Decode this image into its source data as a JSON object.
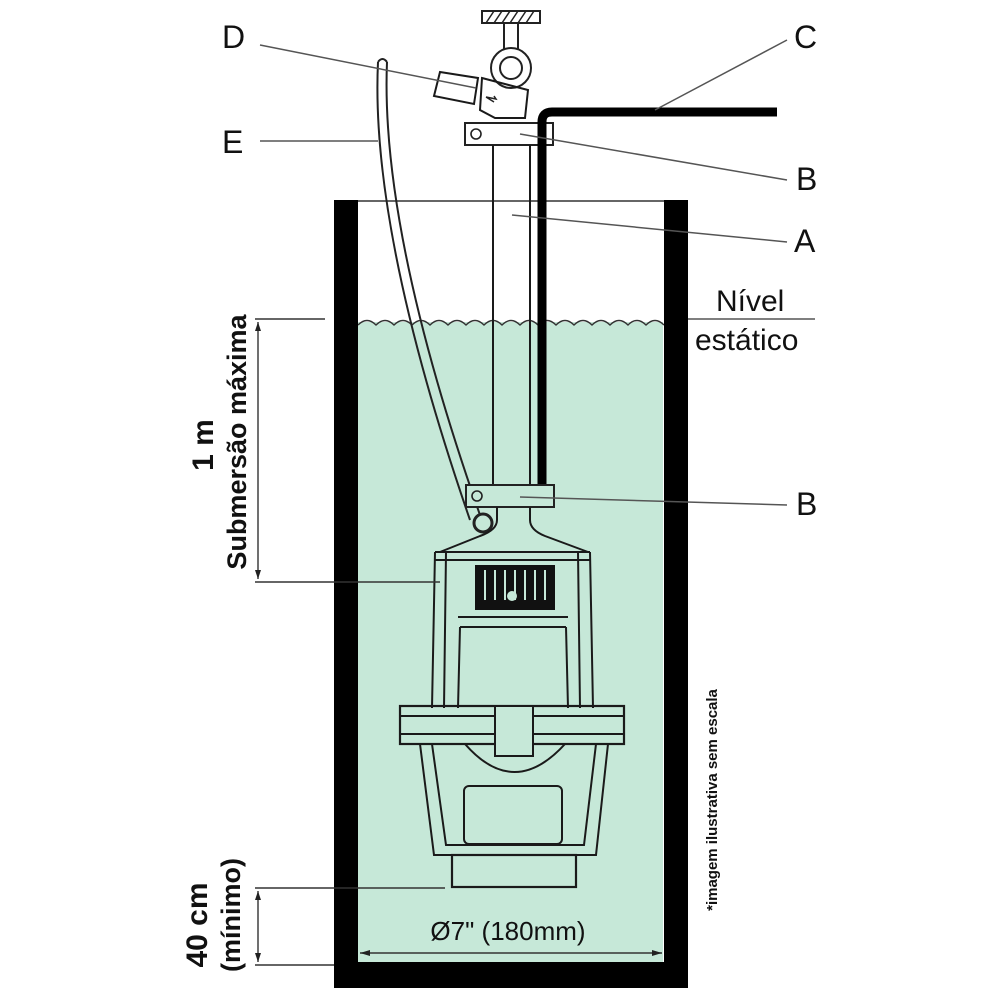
{
  "diagram": {
    "title": "Submersible vibration pump installation in well",
    "callouts": {
      "A": "A",
      "B_top": "B",
      "B_bottom": "B",
      "C": "C",
      "D": "D",
      "E": "E"
    },
    "water_level_label_line1": "Nível",
    "water_level_label_line2": "estático",
    "submersion": {
      "value": "1 m",
      "label": "Submersão máxima"
    },
    "bottom_clearance": {
      "value": "40 cm",
      "label": "(mínimo)"
    },
    "well_diameter": "Ø7\" (180mm)",
    "note": "*imagem ilustrativa sem escala",
    "colors": {
      "water": "#c6e8d8",
      "wall": "#000000",
      "line": "#1a1a1a"
    }
  }
}
